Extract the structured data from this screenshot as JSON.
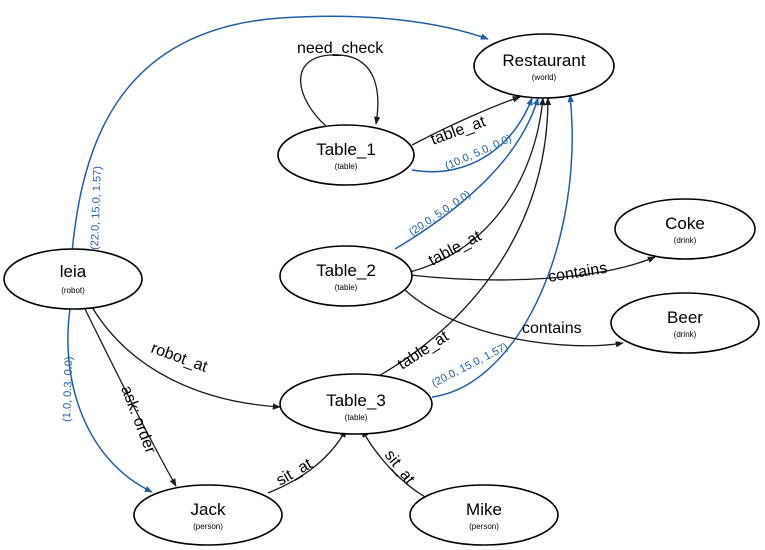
{
  "colors": {
    "relation": "#1a1a1a",
    "pose": "#1f5fa8"
  },
  "nodes": {
    "restaurant": {
      "name": "Restaurant",
      "type": "(world)"
    },
    "table1": {
      "name": "Table_1",
      "type": "(table)"
    },
    "table2": {
      "name": "Table_2",
      "type": "(table)"
    },
    "table3": {
      "name": "Table_3",
      "type": "(table)"
    },
    "leia": {
      "name": "leia",
      "type": "(robot)"
    },
    "coke": {
      "name": "Coke",
      "type": "(drink)"
    },
    "beer": {
      "name": "Beer",
      "type": "(drink)"
    },
    "jack": {
      "name": "Jack",
      "type": "(person)"
    },
    "mike": {
      "name": "Mike",
      "type": "(person)"
    }
  },
  "edges": {
    "need_check": "need_check",
    "table1_at": "table_at",
    "table1_pose": "(10.0, 5.0, 0.0)",
    "table2_at": "table_at",
    "table2_pose": "(20.0, 5.0, 0.0)",
    "table3_at": "table_at",
    "table3_pose": "(20.0, 15.0, 1.57)",
    "leia_pose": "(22.0, 15.0, 1.57)",
    "contains_coke": "contains",
    "contains_beer": "contains",
    "robot_at": "robot_at",
    "ask_order": "ask: order",
    "jack_pose": "(1.0, 0.3, 0.0)",
    "jack_sit_at": "sit_at",
    "mike_sit_at": "sit_at"
  }
}
